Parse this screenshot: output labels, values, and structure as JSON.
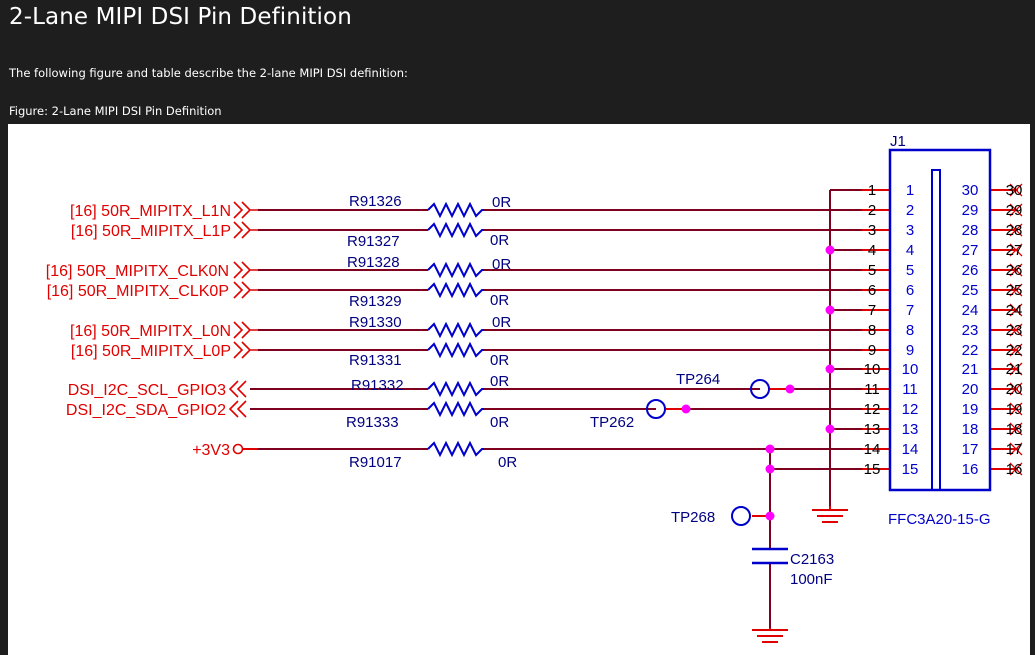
{
  "header": {
    "title": "2-Lane MIPI DSI Pin Definition",
    "intro": "The following figure and table describe the 2-lane MIPI DSI definition:",
    "figure_caption": "Figure: 2-Lane MIPI DSI Pin Definition"
  },
  "colors": {
    "page_bg": "#1e1e1e",
    "signal": "#e00000",
    "wire": "#800020",
    "component": "#0000cc",
    "junction": "#ff00ff"
  },
  "schematic": {
    "connector": {
      "ref": "J1",
      "part": "FFC3A20-15-G",
      "left_pins": [
        "1",
        "2",
        "3",
        "4",
        "5",
        "6",
        "7",
        "8",
        "9",
        "10",
        "11",
        "12",
        "13",
        "14",
        "15"
      ],
      "right_pins": [
        "30",
        "29",
        "28",
        "27",
        "26",
        "25",
        "24",
        "23",
        "22",
        "21",
        "20",
        "19",
        "18",
        "17",
        "16"
      ],
      "net_pins": [
        "1",
        "2",
        "3",
        "4",
        "5",
        "6",
        "7",
        "8",
        "9",
        "10",
        "11",
        "12",
        "13",
        "14",
        "15"
      ],
      "nc_pins": [
        "30",
        "29",
        "28",
        "27",
        "26",
        "25",
        "24",
        "23",
        "22",
        "21",
        "20",
        "19",
        "18",
        "17",
        "16"
      ]
    },
    "nets": [
      {
        "label": "[16]  50R_MIPITX_L1N",
        "resistor": "R91326",
        "value": "0R"
      },
      {
        "label": "[16]  50R_MIPITX_L1P",
        "resistor": "R91327",
        "value": "0R"
      },
      {
        "label": "[16]  50R_MIPITX_CLK0N",
        "resistor": "R91328",
        "value": "0R"
      },
      {
        "label": "[16]  50R_MIPITX_CLK0P",
        "resistor": "R91329",
        "value": "0R"
      },
      {
        "label": "[16]  50R_MIPITX_L0N",
        "resistor": "R91330",
        "value": "0R"
      },
      {
        "label": "[16]  50R_MIPITX_L0P",
        "resistor": "R91331",
        "value": "0R"
      },
      {
        "label": "DSI_I2C_SCL_GPIO3",
        "resistor": "R91332",
        "value": "0R"
      },
      {
        "label": "DSI_I2C_SDA_GPIO2",
        "resistor": "R91333",
        "value": "0R"
      },
      {
        "label": "+3V3",
        "resistor": "R91017",
        "value": "0R"
      }
    ],
    "test_points": [
      "TP264",
      "TP262",
      "TP268"
    ],
    "capacitor": {
      "ref": "C2163",
      "value": "100nF"
    }
  }
}
